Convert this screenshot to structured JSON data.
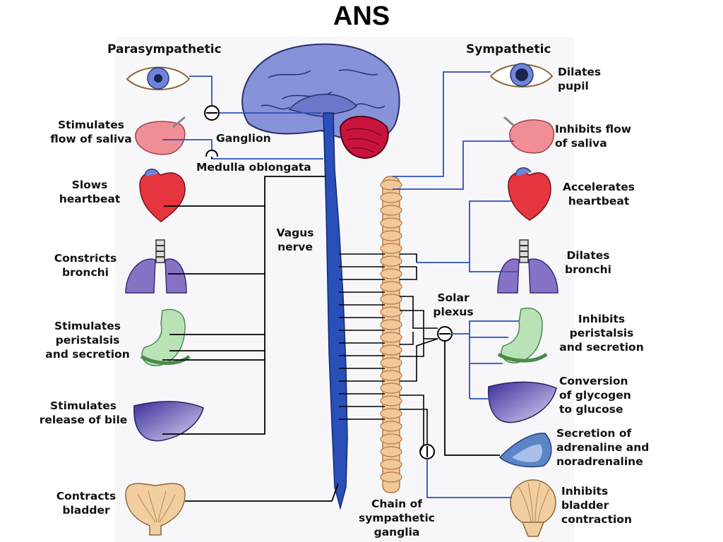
{
  "title": "ANS",
  "headers": {
    "left": "Parasympathetic",
    "right": "Sympathetic"
  },
  "parasympathetic": {
    "saliva": [
      "Stimulates",
      "flow of saliva"
    ],
    "heart": [
      "Slows",
      "heartbeat"
    ],
    "bronchi": [
      "Constricts",
      "bronchi"
    ],
    "stomach": [
      "Stimulates",
      "peristalsis",
      "and secretion"
    ],
    "liver": [
      "Stimulates",
      "release of bile"
    ],
    "bladder": [
      "Contracts",
      "bladder"
    ]
  },
  "sympathetic": {
    "eye": [
      "Dilates",
      "pupil"
    ],
    "saliva": [
      "Inhibits flow",
      "of saliva"
    ],
    "heart": [
      "Accelerates",
      "heartbeat"
    ],
    "bronchi": [
      "Dilates",
      "bronchi"
    ],
    "stomach": [
      "Inhibits",
      "peristalsis",
      "and secretion"
    ],
    "liver": [
      "Conversion",
      "of glycogen",
      "to glucose"
    ],
    "adrenal": [
      "Secretion of",
      "adrenaline and",
      "noradrenaline"
    ],
    "bladder": [
      "Inhibits",
      "bladder",
      "contraction"
    ]
  },
  "structures": {
    "ganglion": "Ganglion",
    "medulla": "Medulla oblongata",
    "vagus": [
      "Vagus",
      "nerve"
    ],
    "solar_plexus": [
      "Solar",
      "plexus"
    ],
    "chain": [
      "Chain of",
      "sympathetic",
      "ganglia"
    ]
  },
  "colors": {
    "nerve_blue": "#2b4fb8",
    "brain": "#8892d8",
    "cerebellum": "#c8143c",
    "ganglia_chain": "#f2c79a",
    "organ_pink": "#ef8f95",
    "organ_purple": "#8673c6",
    "organ_green": "#b9e3b7",
    "bladder": "#f1cda0"
  }
}
